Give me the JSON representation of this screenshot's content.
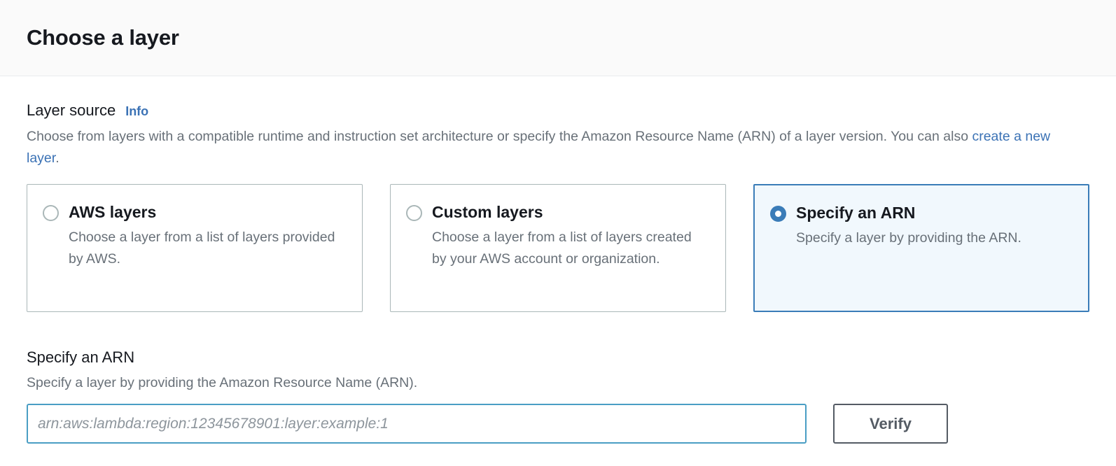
{
  "header": {
    "title": "Choose a layer"
  },
  "layer_source": {
    "label": "Layer source",
    "info_label": "Info",
    "description_part1": "Choose from layers with a compatible runtime and instruction set architecture or specify the Amazon Resource Name (ARN) of a layer version. You can also ",
    "description_link": "create a new layer",
    "description_part2": ".",
    "options": [
      {
        "title": "AWS layers",
        "description": "Choose a layer from a list of layers provided by AWS.",
        "selected": false
      },
      {
        "title": "Custom layers",
        "description": "Choose a layer from a list of layers created by your AWS account or organization.",
        "selected": false
      },
      {
        "title": "Specify an ARN",
        "description": "Specify a layer by providing the ARN.",
        "selected": true
      }
    ]
  },
  "arn_section": {
    "heading": "Specify an ARN",
    "description": "Specify a layer by providing the Amazon Resource Name (ARN).",
    "input_value": "",
    "input_placeholder": "arn:aws:lambda:region:12345678901:layer:example:1",
    "verify_label": "Verify"
  },
  "colors": {
    "accent_blue": "#3a7cb8",
    "link_blue": "#3b72b5",
    "selected_card_bg": "#f1f8fd",
    "input_focus_border": "#4a9ec4",
    "button_border": "#545b64",
    "text_dark": "#16191f",
    "text_muted": "#687078",
    "card_border": "#aab7b8",
    "header_bg": "#fafafa"
  }
}
